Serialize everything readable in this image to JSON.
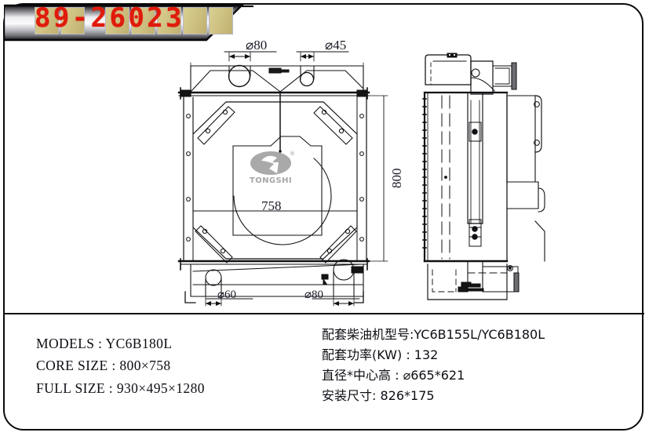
{
  "sheet": {
    "part_number": "89-26023"
  },
  "drawing": {
    "dimensions": {
      "top_port_large": "⌀80",
      "top_port_small": "⌀45",
      "core_height": "800",
      "core_width": "758",
      "bottom_port_small": "⌀60",
      "bottom_port_large": "⌀80"
    },
    "logo": {
      "brand_text": "TONGSHI",
      "registered_mark": "®"
    }
  },
  "specs": {
    "left": [
      {
        "label": "MODELS",
        "sep": " : ",
        "value": "YC6B180L"
      },
      {
        "label": "CORE SIZE",
        "sep": " : ",
        "value": "800×758"
      },
      {
        "label": "FULL SIZE",
        "sep": " : ",
        "value": "930×495×1280"
      }
    ],
    "right": [
      {
        "text": "配套柴油机型号:YC6B155L/YC6B180L"
      },
      {
        "text": "配套功率(KW) : 132"
      },
      {
        "text": "直径*中心高 : ⌀665*621"
      },
      {
        "text": "安装尺寸: 826*175"
      }
    ]
  }
}
